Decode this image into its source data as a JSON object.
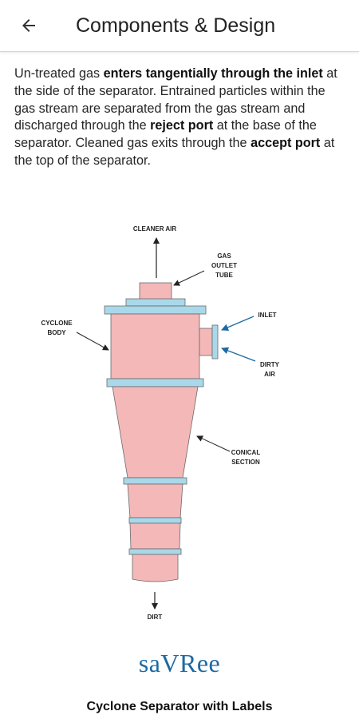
{
  "appbar": {
    "title": "Components & Design",
    "back_icon": "arrow-left-icon"
  },
  "description": {
    "segments": [
      {
        "text": "Un-treated gas ",
        "bold": false
      },
      {
        "text": "enters tangentially through the inlet",
        "bold": true
      },
      {
        "text": " at the side of the separator. Entrained particles within the gas stream are separated from the gas stream and discharged through the ",
        "bold": false
      },
      {
        "text": "reject port",
        "bold": true
      },
      {
        "text": " at the base of the separator. Cleaned gas exits through the ",
        "bold": false
      },
      {
        "text": "accept port",
        "bold": true
      },
      {
        "text": " at the top of the separator.",
        "bold": false
      }
    ]
  },
  "diagram": {
    "labels": {
      "cleaner_air": "CLEANER AIR",
      "gas_outlet_tube_1": "GAS",
      "gas_outlet_tube_2": "OUTLET",
      "gas_outlet_tube_3": "TUBE",
      "inlet": "INLET",
      "cyclone_body_1": "CYCLONE",
      "cyclone_body_2": "BODY",
      "dirty_air_1": "DIRTY",
      "dirty_air_2": "AIR",
      "conical_section_1": "CONICAL",
      "conical_section_2": "SECTION",
      "dirt": "DIRT"
    },
    "colors": {
      "body": "#f4b8b8",
      "band": "#a9d8ea",
      "stroke": "#6a6a6a"
    }
  },
  "logo": {
    "text": "saVRee"
  },
  "caption": "Cyclone Separator with Labels"
}
